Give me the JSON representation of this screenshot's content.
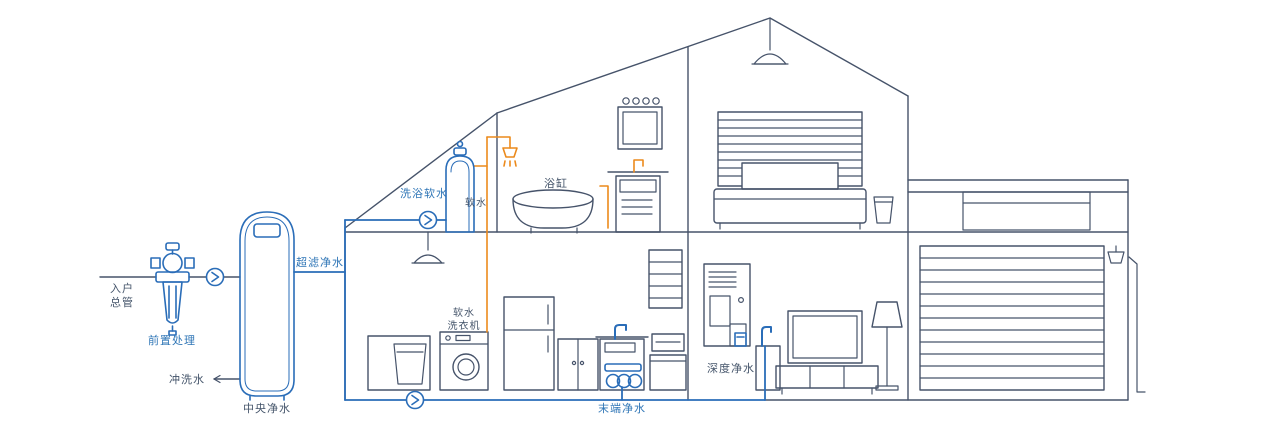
{
  "diagram": {
    "type": "whole-house-water-purification-schematic",
    "colors": {
      "outline": "#46536a",
      "device_blue": "#2a6db8",
      "pipe_blue": "#2a6db8",
      "pipe_orange": "#ec8a1c",
      "label_dark": "#44546a",
      "label_blue": "#2e75b6",
      "background": "#ffffff"
    },
    "labels": {
      "inlet_line1": "入户",
      "inlet_line2": "总管",
      "pre_treatment": "前置处理",
      "flush_water": "冲洗水",
      "central_purifier": "中央净水",
      "ultra_filtration": "超滤净水",
      "bath_softener": "洗浴软水",
      "soft_water": "软水",
      "bathtub": "浴缸",
      "washer_line1": "软水",
      "washer_line2": "洗衣机",
      "terminal_purifier": "末端净水",
      "deep_purifier": "深度净水"
    }
  }
}
